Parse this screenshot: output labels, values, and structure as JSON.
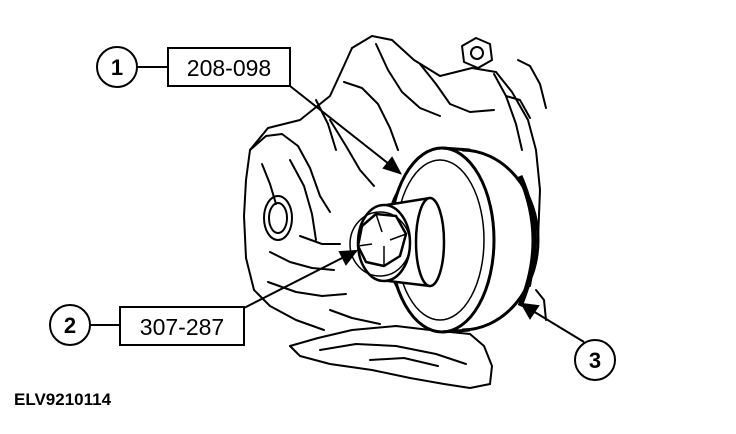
{
  "callouts": [
    {
      "number": "1",
      "label": "208-098"
    },
    {
      "number": "2",
      "label": "307-287"
    },
    {
      "number": "3",
      "label": ""
    }
  ],
  "reference_code": "ELV9210114",
  "colors": {
    "line": "#000000",
    "background": "#ffffff"
  }
}
